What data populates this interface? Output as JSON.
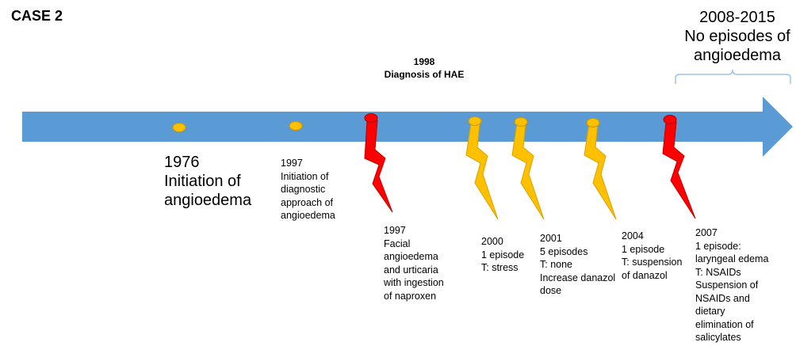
{
  "case_label": "CASE 2",
  "diagnosis": {
    "year": "1998",
    "text": "Diagnosis of HAE"
  },
  "period": {
    "years": "2008-2015",
    "line1": "No episodes of",
    "line2": "angioedema"
  },
  "events": [
    {
      "id": "e1976",
      "lines": [
        "1976",
        "Initiation of",
        "angioedema"
      ]
    },
    {
      "id": "e1997a",
      "lines": [
        "1997",
        "Initiation of",
        "diagnostic",
        "approach of",
        "angioedema"
      ]
    },
    {
      "id": "e1997b",
      "lines": [
        "1997",
        "Facial",
        "angioedema",
        "and urticaria",
        "with ingestion",
        "of naproxen"
      ]
    },
    {
      "id": "e2000",
      "lines": [
        "2000",
        "1 episode",
        "T: stress"
      ]
    },
    {
      "id": "e2001",
      "lines": [
        "2001",
        "5 episodes",
        "T: none",
        "Increase danazol",
        "dose"
      ]
    },
    {
      "id": "e2004",
      "lines": [
        "2004",
        "1 episode",
        "T: suspension",
        "of danazol"
      ]
    },
    {
      "id": "e2007",
      "lines": [
        "2007",
        "1 episode:",
        "laryngeal edema",
        "T: NSAIDs",
        "Suspension of",
        "NSAIDs and",
        "dietary",
        "elimination of",
        "salicylates"
      ]
    }
  ],
  "colors": {
    "arrow": "#5b9bd5",
    "marker_minor": "#ffc000",
    "marker_major": "#ff0000",
    "bracket": "#9dc3e6"
  }
}
